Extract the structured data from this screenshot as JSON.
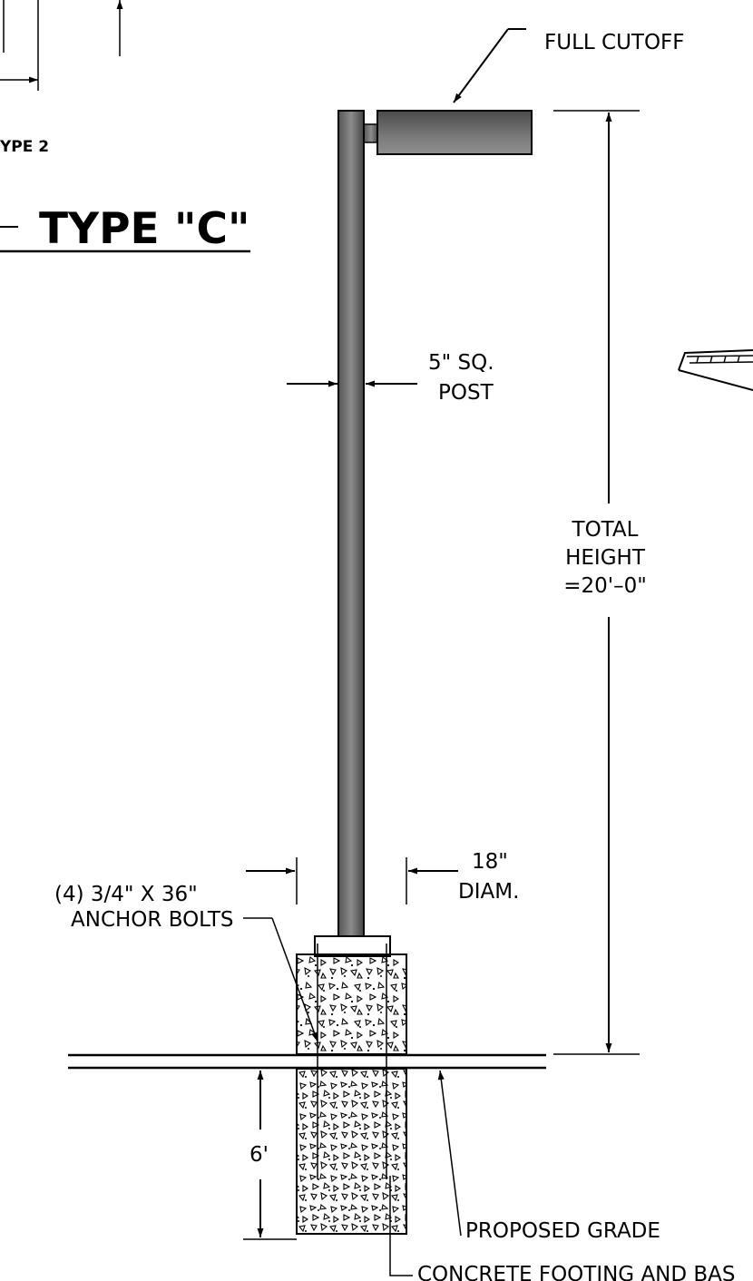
{
  "title": {
    "main": "TYPE \"C\"",
    "type_label": "YPE 2"
  },
  "fixture": {
    "label": "FULL CUTOFF"
  },
  "post": {
    "label_line1": "5\" SQ.",
    "label_line2": "POST"
  },
  "height": {
    "line1": "TOTAL",
    "line2": "HEIGHT",
    "line3": "=20'–0\""
  },
  "footing_diameter": {
    "line1": "18\"",
    "line2": "DIAM."
  },
  "anchor_bolts": {
    "line1": "(4) 3/4\" X 36\"",
    "line2": "ANCHOR BOLTS"
  },
  "depth": {
    "label": "6'"
  },
  "grade": {
    "label": "PROPOSED GRADE"
  },
  "footing": {
    "label": "CONCRETE FOOTING AND BAS"
  },
  "colors": {
    "post_light": "#8a8a8a",
    "post_dark": "#4a4a4a",
    "line": "#000000"
  }
}
